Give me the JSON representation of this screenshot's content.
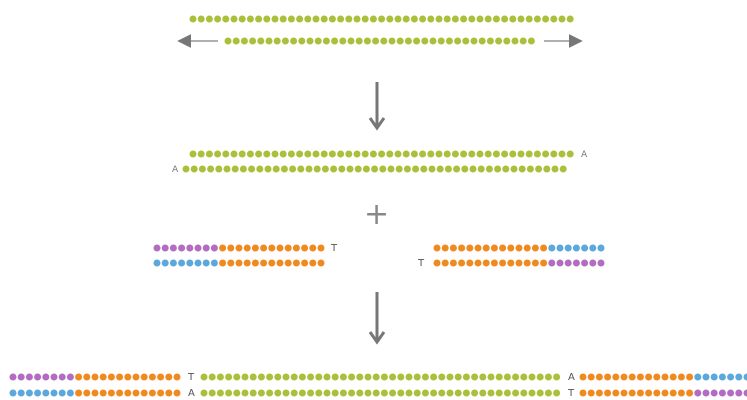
{
  "colors": {
    "insert": "#a9c13a",
    "adapter_core": "#f08a1f",
    "adapter_tail_pink": "#b26cc0",
    "adapter_tail_blue": "#5ba8dc",
    "arrow": "#777777",
    "label": "#555555"
  },
  "icons": {
    "step_arrow": "arrow-down-icon",
    "combine": "plus-icon",
    "extension_arrows": "arrow-left-icon / arrow-right-icon"
  },
  "stage1": {
    "description_visible": ""
  },
  "stage2": {
    "a_overhang_right": "A",
    "a_overhang_left": "A"
  },
  "stage3": {
    "plus_symbol": "+",
    "left_adapter_t": "T",
    "right_adapter_t": "T"
  },
  "stage4": {
    "top_left_t": "T",
    "bottom_left_a": "A",
    "top_right_a": "A",
    "bottom_right_t": "T"
  }
}
